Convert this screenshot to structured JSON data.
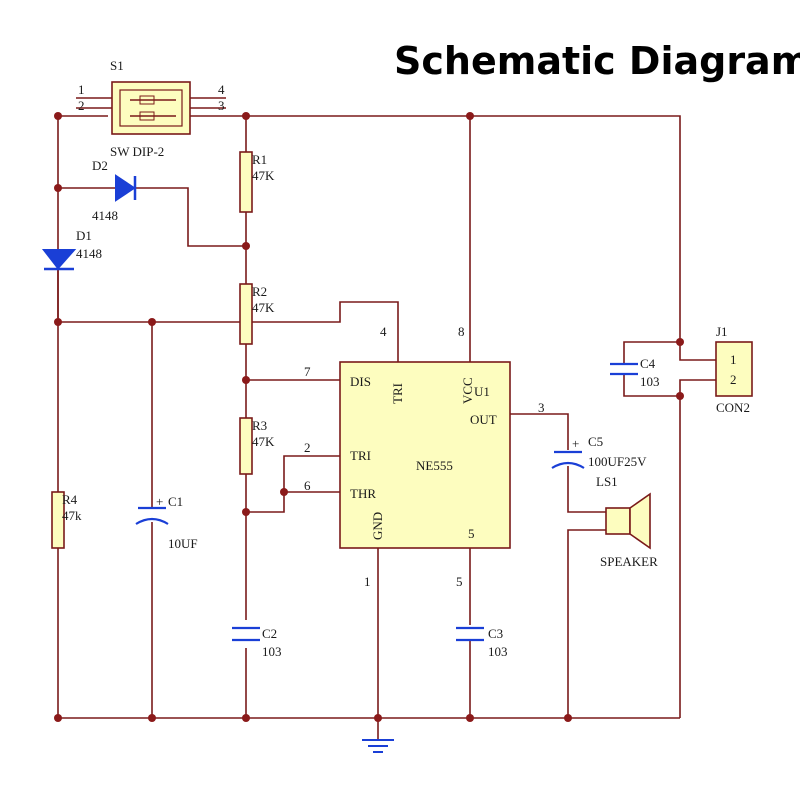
{
  "title": "Schematic Diagram",
  "components": {
    "s1": {
      "ref": "S1",
      "value": "SW DIP-2",
      "pins": [
        "1",
        "2",
        "4",
        "3"
      ]
    },
    "r1": {
      "ref": "R1",
      "value": "47K"
    },
    "r2": {
      "ref": "R2",
      "value": "47K"
    },
    "r3": {
      "ref": "R3",
      "value": "47K"
    },
    "r4": {
      "ref": "R4",
      "value": "47k"
    },
    "d1": {
      "ref": "D1",
      "value": "4148"
    },
    "d2": {
      "ref": "D2",
      "value": "4148"
    },
    "c1": {
      "ref": "C1",
      "value": "10UF",
      "polarity": "+"
    },
    "c2": {
      "ref": "C2",
      "value": "103"
    },
    "c3": {
      "ref": "C3",
      "value": "103"
    },
    "c4": {
      "ref": "C4",
      "value": "103"
    },
    "c5": {
      "ref": "C5",
      "value": "100UF25V",
      "polarity": "+"
    },
    "u1": {
      "ref": "U1",
      "value": "NE555",
      "pin_names": {
        "dis": "DIS",
        "tri_top": "TRI",
        "vcc": "VCC",
        "out": "OUT",
        "tri": "TRI",
        "thr": "THR",
        "gnd": "GND",
        "five": "5"
      },
      "pin_numbers": {
        "p4": "4",
        "p8": "8",
        "p7": "7",
        "p3": "3",
        "p2": "2",
        "p6": "6",
        "p1": "1",
        "p5": "5"
      }
    },
    "ls1": {
      "ref": "LS1",
      "value": "SPEAKER"
    },
    "j1": {
      "ref": "J1",
      "value": "CON2",
      "pins": [
        "1",
        "2"
      ]
    }
  },
  "colors": {
    "wire": "#7a1a1a",
    "component_fill": "#fdfdbf",
    "diode": "#1a3fd6",
    "junction": "#8b1a1a"
  }
}
